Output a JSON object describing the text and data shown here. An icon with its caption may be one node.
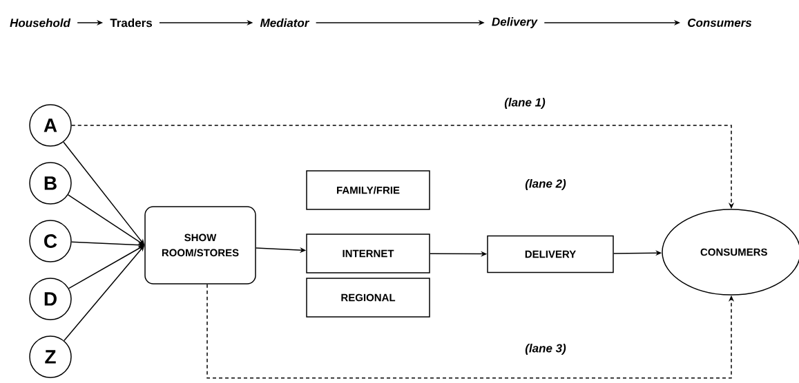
{
  "diagram": {
    "nodes": [
      {
        "text": [
          "Household"
        ]
      },
      {
        "text": [
          "Traders"
        ]
      },
      {
        "text": [
          "Mediator"
        ]
      },
      {
        "text": [
          "Delivery"
        ]
      },
      {
        "text": [
          "Consumers"
        ]
      },
      {
        "text": [
          "A"
        ]
      },
      {
        "text": [
          "B"
        ]
      },
      {
        "text": [
          "C"
        ]
      },
      {
        "text": [
          "D"
        ]
      },
      {
        "text": [
          "Z"
        ]
      },
      {
        "text": [
          "SHOW ROOM/STORES"
        ]
      },
      {
        "text": [
          "FAMILY/FRIE"
        ]
      },
      {
        "text": [
          "INTERNET"
        ]
      },
      {
        "text": [
          "REGIONAL"
        ]
      },
      {
        "text": [
          "DELIVERY"
        ]
      },
      {
        "text": [
          "CONSUMERS"
        ]
      }
    ],
    "edges": [
      {
        "from": 0,
        "to": 1,
        "arrow": "to"
      },
      {
        "from": 1,
        "to": 2,
        "arrow": "to"
      },
      {
        "from": 2,
        "to": 3,
        "arrow": "to"
      },
      {
        "from": 3,
        "to": 4,
        "arrow": "to"
      },
      {
        "from": 5,
        "to": 10,
        "arrow": "to"
      },
      {
        "from": 6,
        "to": 10,
        "arrow": "to"
      },
      {
        "from": 7,
        "to": 10,
        "arrow": "to"
      },
      {
        "from": 8,
        "to": 10,
        "arrow": "to"
      },
      {
        "from": 9,
        "to": 10,
        "arrow": "to"
      },
      {
        "from": 10,
        "to": 12,
        "arrow": "to"
      },
      {
        "from": 12,
        "to": 14,
        "arrow": "to"
      },
      {
        "from": 14,
        "to": 15,
        "arrow": "to"
      },
      {
        "from": 5,
        "to": 15,
        "arrow": "to",
        "style": "dashed"
      },
      {
        "from": 10,
        "to": 15,
        "arrow": "to",
        "style": "dashed"
      }
    ],
    "labels": [
      "(lane 1)",
      "(lane 2)",
      "(lane 3)"
    ]
  }
}
